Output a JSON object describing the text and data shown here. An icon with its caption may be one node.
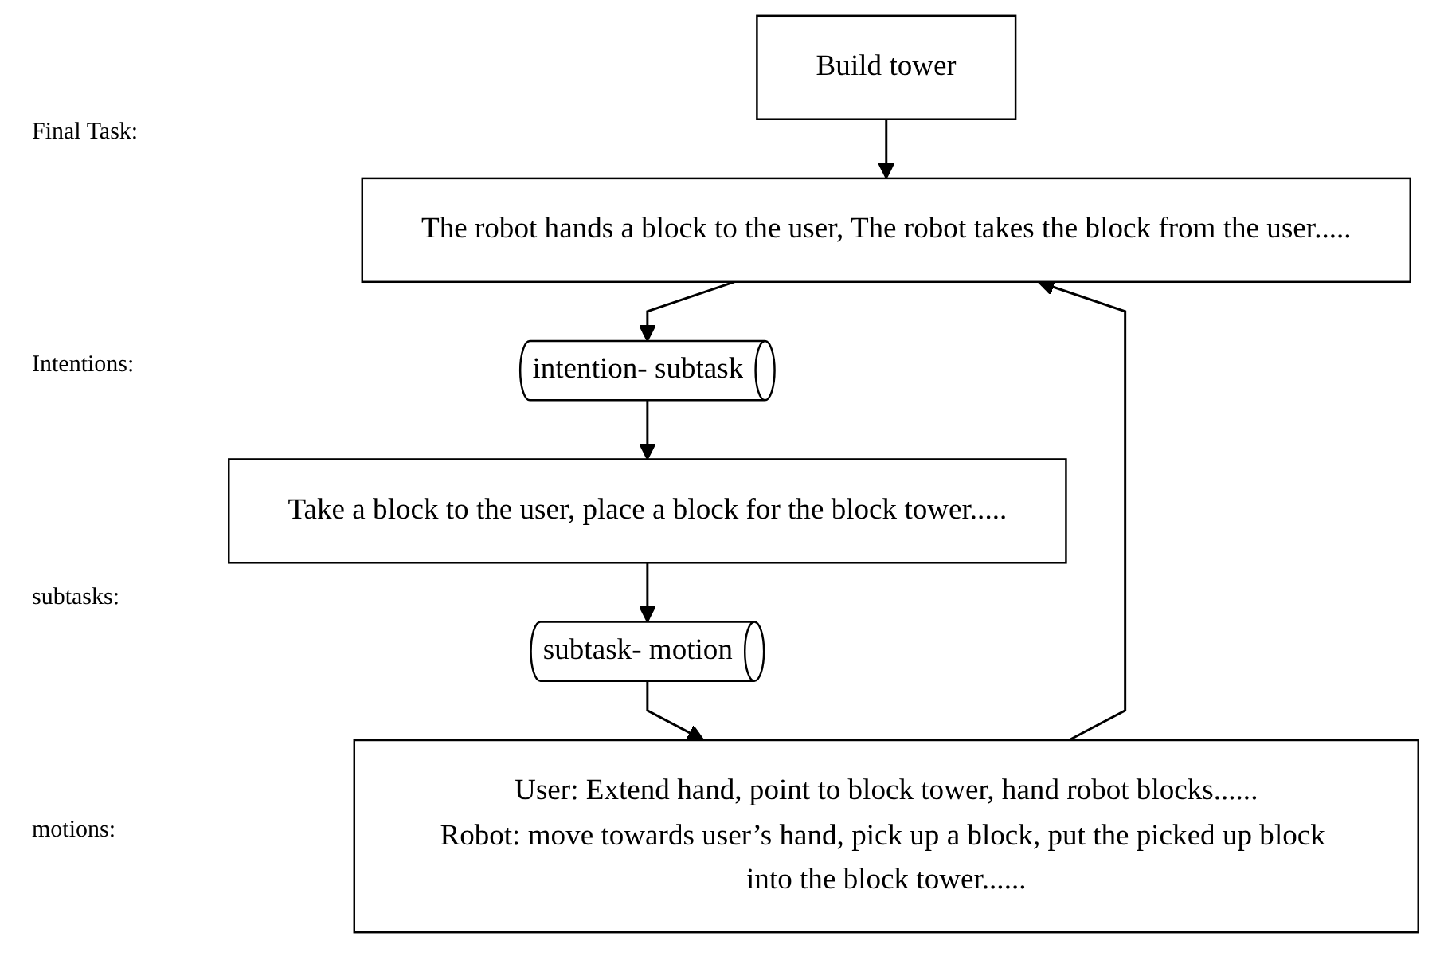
{
  "diagram": {
    "nodes": [
      {
        "text": [
          "Build tower"
        ]
      },
      {
        "text": [
          "The robot hands a block to the user, The robot takes the block from the user....."
        ]
      },
      {
        "text": [
          "intention- subtask"
        ]
      },
      {
        "text": [
          "Take a block to the user, place a block for the block tower....."
        ]
      },
      {
        "text": [
          "subtask- motion"
        ]
      },
      {
        "text": [
          "User: Extend hand, point to block tower, hand robot blocks......",
          "Robot: move towards user’s hand, pick up a block, put the picked up block into the block tower......"
        ]
      }
    ],
    "edges": [
      {
        "from": 0,
        "to": 1,
        "arrow": "to"
      },
      {
        "from": 1,
        "to": 2,
        "arrow": "to"
      },
      {
        "from": 2,
        "to": 3,
        "arrow": "to"
      },
      {
        "from": 3,
        "to": 4,
        "arrow": "to"
      },
      {
        "from": 4,
        "to": 5,
        "arrow": "to"
      },
      {
        "from": 5,
        "to": 1,
        "arrow": "to"
      }
    ],
    "labels": [
      "Final Task:",
      "Intentions:",
      "subtasks:",
      "motions:"
    ]
  }
}
